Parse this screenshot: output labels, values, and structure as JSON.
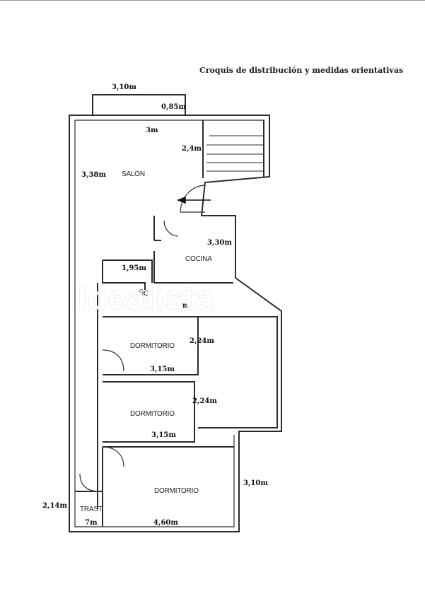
{
  "title": "Croquis de distribución y medidas orientativas",
  "watermark": "Idealista",
  "rooms": {
    "salon": "SALON",
    "cocina": "COCINA",
    "bano": "ÑO",
    "dormitorio_1": "DORMITORIO",
    "dormitorio_2": "DORMITORIO",
    "dormitorio_3": "DORMITORIO",
    "trastero": "TRAST"
  },
  "dimensions": {
    "balcony_width": "3,10m",
    "balcony_depth": "0,85m",
    "salon_width": "3m",
    "stair_width": "2,4m",
    "salon_height": "3,38m",
    "cocina_width": "3,30m",
    "bano_width": "1,95m",
    "bano_partial": "m",
    "dorm1_height": "2,24m",
    "dorm1_width": "3,15m",
    "dorm2_height": "2,24m",
    "dorm2_width": "3,15m",
    "dorm3_height": "3,10m",
    "trastero_height": "2,14m",
    "trastero_width": "7m",
    "dorm3_width": "4,60m"
  },
  "colors": {
    "line": "#2b2b2b",
    "background": "#ffffff"
  }
}
